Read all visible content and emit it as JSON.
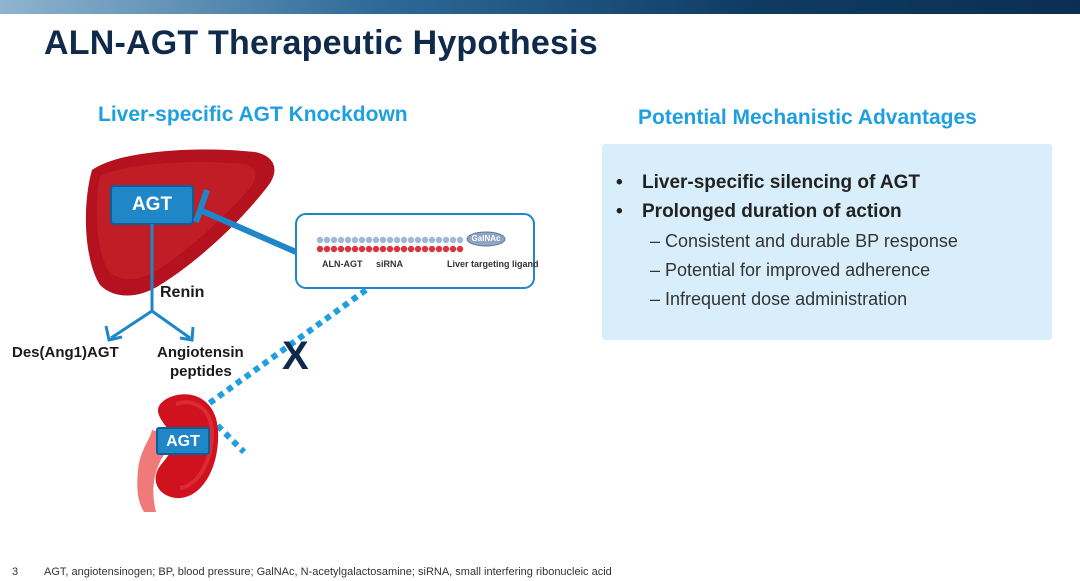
{
  "slide": {
    "title": "ALN-AGT Therapeutic Hypothesis",
    "page_number": "3",
    "footnote": "AGT, angiotensinogen; BP, blood pressure; GalNAc, N-acetylgalactosamine; siRNA, small interfering ribonucleic acid"
  },
  "left": {
    "heading": "Liver-specific AGT Knockdown",
    "liver_label": "AGT",
    "renin_label": "Renin",
    "des_label": "Des(Ang1)AGT",
    "angio_label_1": "Angiotensin",
    "angio_label_2": "peptides",
    "block_mark": "X",
    "kidney_label": "AGT",
    "inset": {
      "aln_label": "ALN-AGT",
      "sirna_label": "siRNA",
      "ligand_label": "Liver targeting ligand",
      "galnac_label": "GalNAc"
    }
  },
  "right": {
    "heading": "Potential Mechanistic Advantages",
    "bullets": [
      "Liver-specific silencing of AGT",
      "Prolonged duration of action"
    ],
    "sub_bullets": [
      "Consistent and durable BP response",
      "Potential for improved adherence",
      "Infrequent dose administration"
    ]
  },
  "colors": {
    "title": "#0f2a4a",
    "accent": "#1ea0e0",
    "panel": "#d8effb",
    "liver": "#b3121e",
    "agt_box": "#1f86c8"
  }
}
